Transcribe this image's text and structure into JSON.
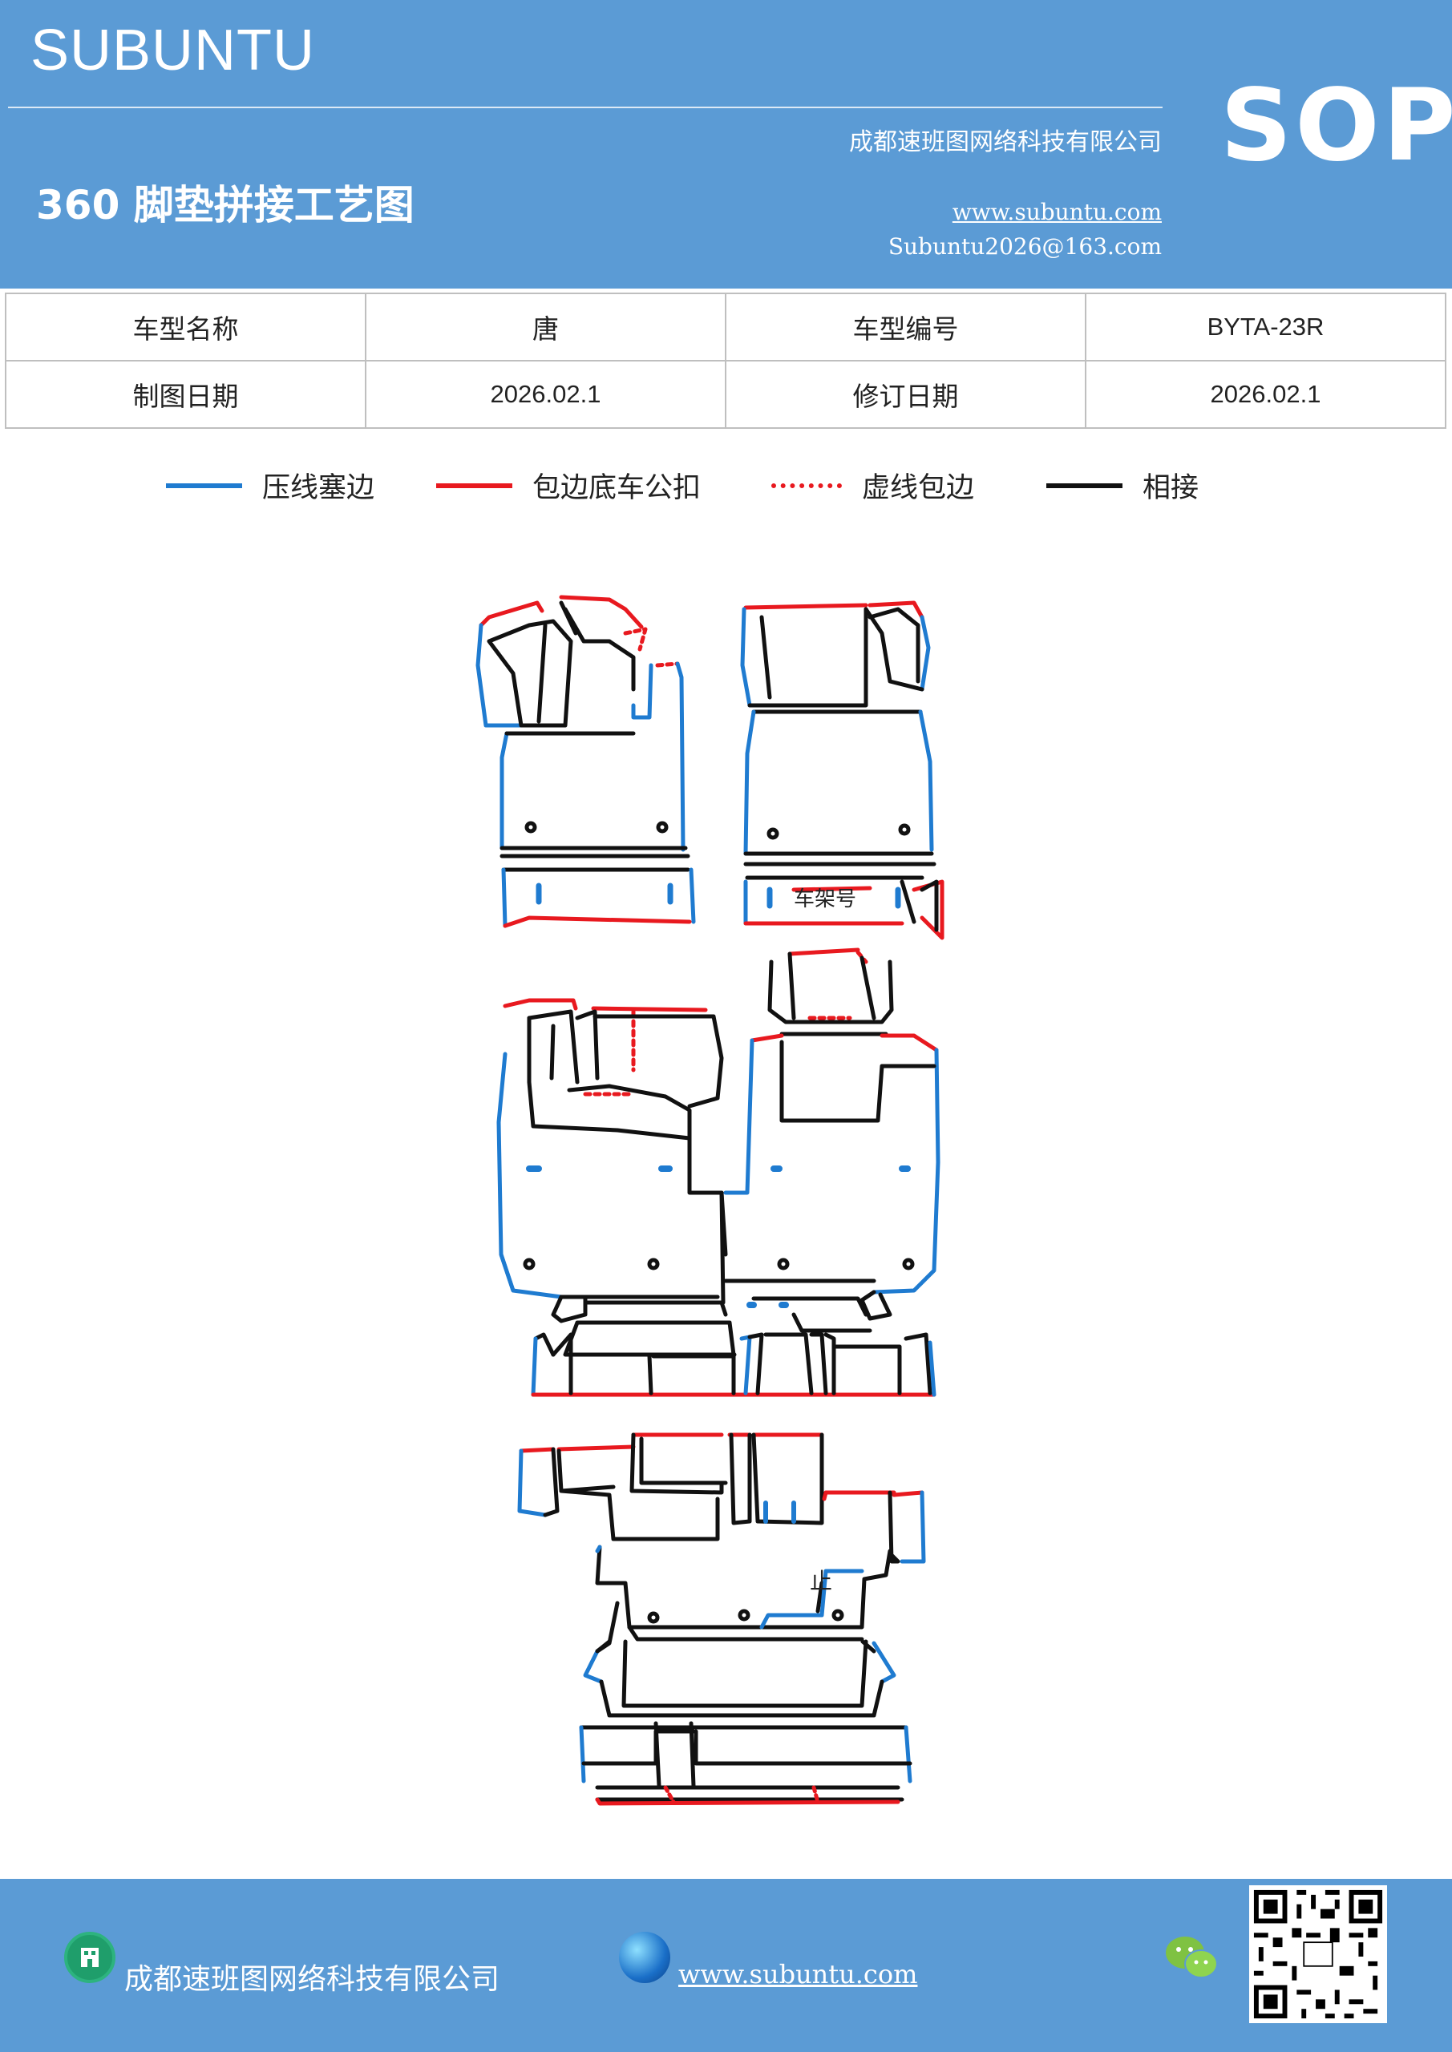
{
  "header": {
    "brand": "SUBUNTU",
    "company": "成都速班图网络科技有限公司",
    "title": "360 脚垫拼接工艺图",
    "website": "www.subuntu.com",
    "email": "Subuntu2026@163.com",
    "badge": "SOP"
  },
  "info_table": {
    "row1": {
      "label1": "车型名称",
      "value1": "唐",
      "label2": "车型编号",
      "value2": "BYTA-23R"
    },
    "row2": {
      "label1": "制图日期",
      "value1": "2026.02.1",
      "label2": "修订日期",
      "value2": "2026.02.1"
    }
  },
  "legend": [
    {
      "label": "压线塞边",
      "color": "#1f7bd0",
      "style": "solid"
    },
    {
      "label": "包边底车公扣",
      "color": "#e8191f",
      "style": "solid"
    },
    {
      "label": "虚线包边",
      "color": "#e8191f",
      "style": "dotted"
    },
    {
      "label": "相接",
      "color": "#111111",
      "style": "solid"
    }
  ],
  "drawing": {
    "label_frame_number": "车架号",
    "label_stop": "止"
  },
  "footer": {
    "company": "成都速班图网络科技有限公司",
    "website": "www.subuntu.com ",
    "company_icon": "building-icon",
    "web_icon": "globe-icon",
    "chat_icon": "wechat-icon",
    "qr": "qr-code"
  },
  "colors": {
    "header_bg": "#5b9bd5",
    "blue_edge": "#1f7bd0",
    "red_edge": "#e8191f",
    "black_edge": "#111111"
  }
}
